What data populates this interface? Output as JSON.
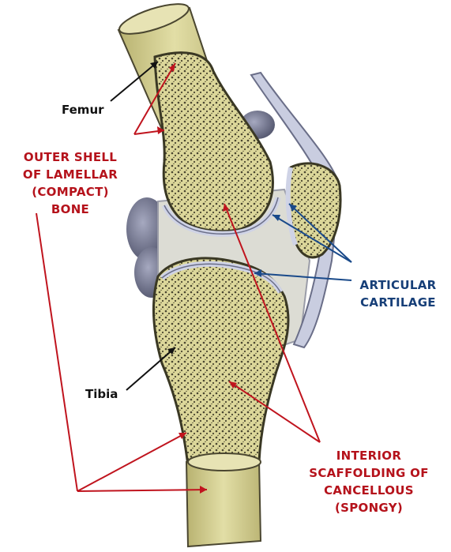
{
  "labels": {
    "femur": "Femur",
    "tibia": "Tibia",
    "outer_shell": [
      "OUTER SHELL",
      "OF LAMELLAR",
      "(COMPACT)",
      "BONE"
    ],
    "articular_cartilage": [
      "ARTICULAR",
      "CARTILAGE"
    ],
    "interior_scaffolding": [
      "INTERIOR",
      "SCAFFOLDING OF",
      "CANCELLOUS",
      "(SPONGY)"
    ]
  },
  "colors": {
    "bone": "#dcd79a",
    "bone_shadow": "#b9b374",
    "cartilage": "#cfd3e6",
    "soft_tissue": "#8a8ea8",
    "joint_fill": "#dcdcd4",
    "outer_shell_label": "#b5121b",
    "articular_label": "#173f78",
    "pointer_line": "#c0141e",
    "pointer_blue": "#1a4a8a"
  }
}
